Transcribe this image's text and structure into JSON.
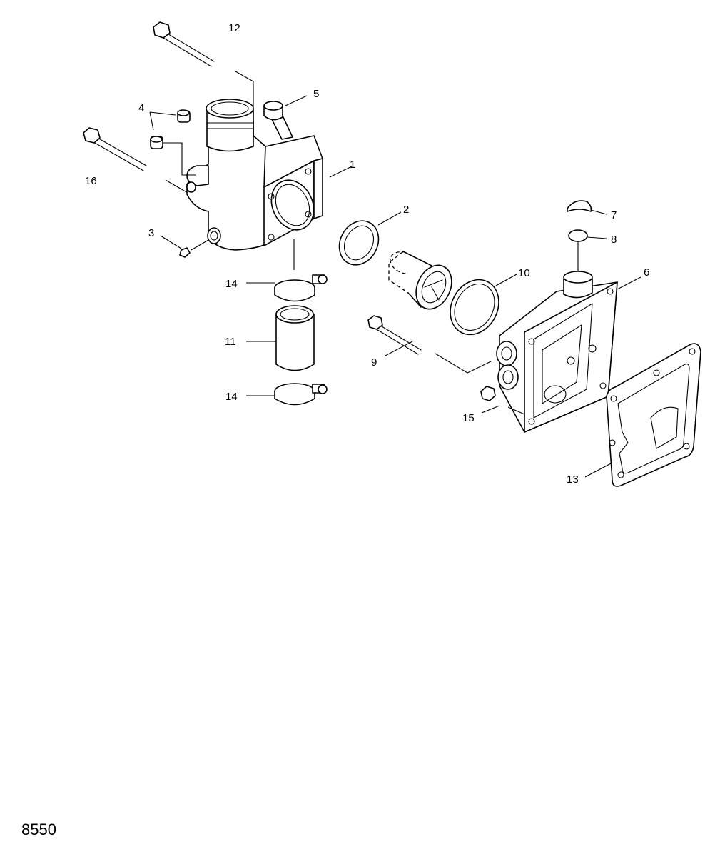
{
  "callouts": {
    "c1": "1",
    "c2": "2",
    "c3": "3",
    "c4": "4",
    "c5": "5",
    "c6": "6",
    "c7": "7",
    "c8": "8",
    "c9": "9",
    "c10": "10",
    "c11": "11",
    "c12": "12",
    "c13": "13",
    "c14a": "14",
    "c14b": "14",
    "c15": "15",
    "c16": "16"
  },
  "figure_number": "8550"
}
